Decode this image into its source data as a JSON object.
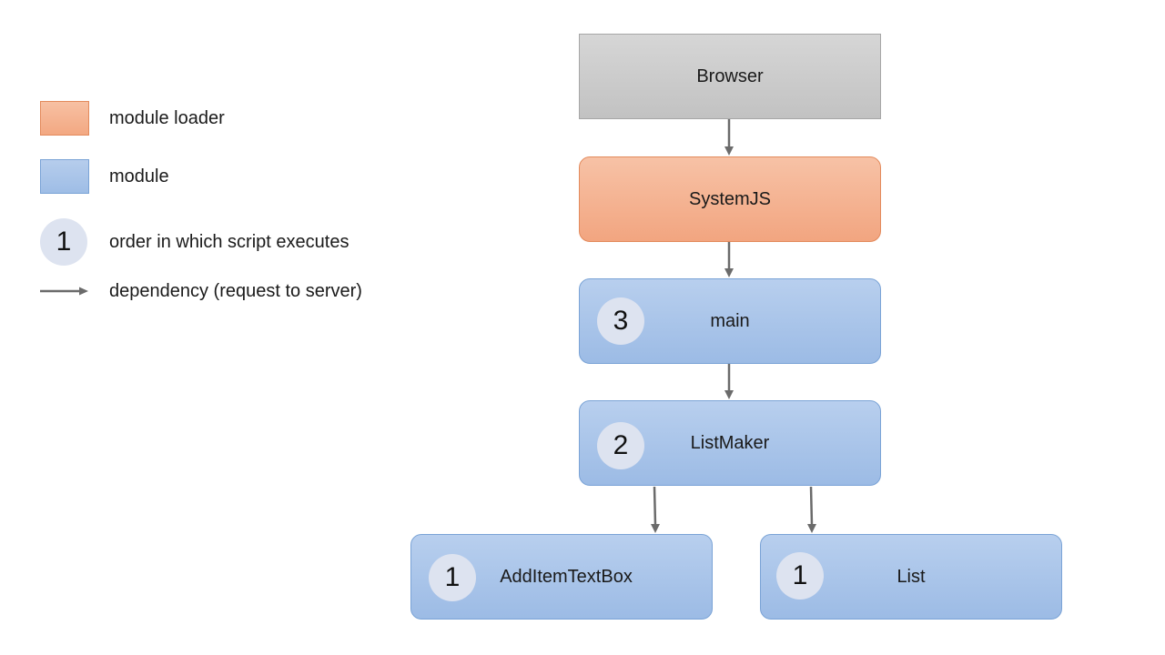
{
  "legend": {
    "module_loader": "module loader",
    "module": "module",
    "order_badge": "1",
    "order": "order in which script executes",
    "dependency": "dependency (request to server)"
  },
  "nodes": {
    "browser": {
      "label": "Browser"
    },
    "systemjs": {
      "label": "SystemJS"
    },
    "main": {
      "label": "main",
      "order": "3"
    },
    "listmaker": {
      "label": "ListMaker",
      "order": "2"
    },
    "additemtextbox": {
      "label": "AddItemTextBox",
      "order": "1"
    },
    "list": {
      "label": "List",
      "order": "1"
    }
  },
  "edges": [
    {
      "from": "Browser",
      "to": "SystemJS"
    },
    {
      "from": "SystemJS",
      "to": "main"
    },
    {
      "from": "main",
      "to": "ListMaker"
    },
    {
      "from": "ListMaker",
      "to": "AddItemTextBox"
    },
    {
      "from": "ListMaker",
      "to": "List"
    }
  ],
  "colors": {
    "module_loader": "#f3a882",
    "module": "#9ebde6",
    "browser": "#c8c8c8",
    "order_badge": "#dde3f0",
    "arrow": "#6b6b6b"
  }
}
